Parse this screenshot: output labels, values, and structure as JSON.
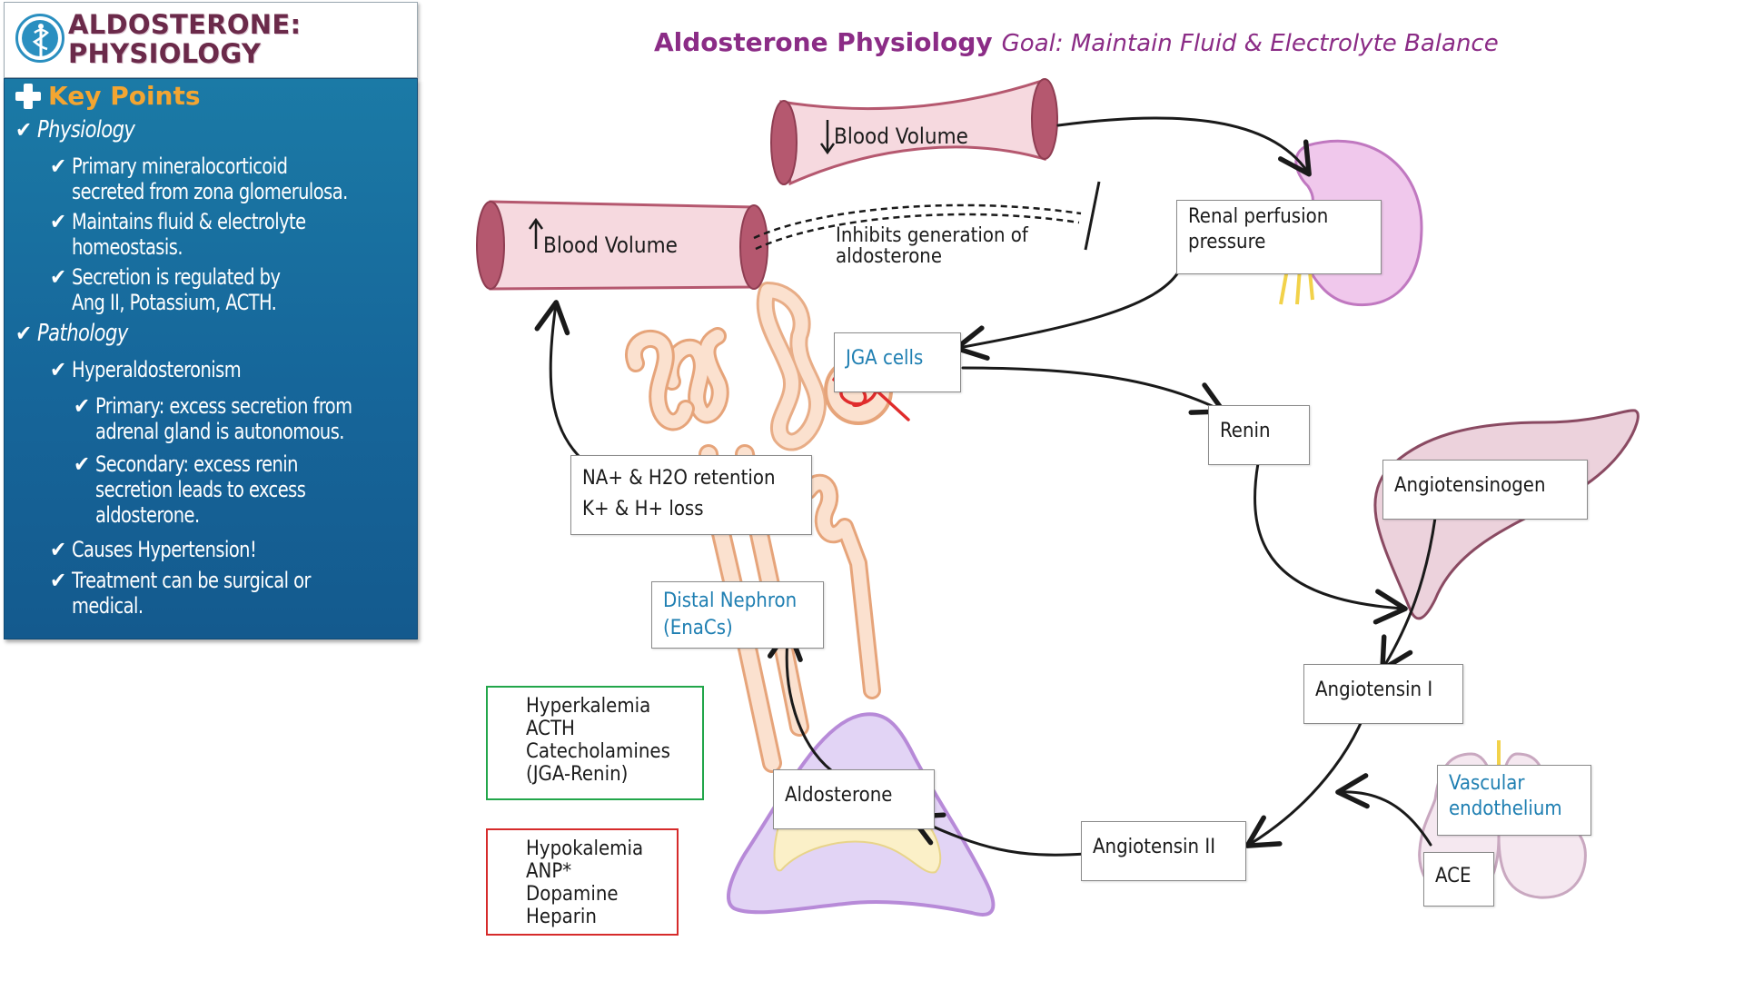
{
  "sidebar": {
    "title_line1": "ALDOSTERONE:",
    "title_line2": "PHYSIOLOGY",
    "key_points_title": "Key Points",
    "physiology_heading": "Physiology",
    "physiology_items": [
      [
        "Primary mineralocorticoid",
        "secreted from zona glomerulosa."
      ],
      [
        "Maintains fluid & electrolyte",
        "homeostasis."
      ],
      [
        "Secretion is regulated by",
        "Ang II, Potassium, ACTH."
      ]
    ],
    "pathology_heading": "Pathology",
    "hyperaldosteronism": "Hyperaldosteronism",
    "primary": [
      "Primary: excess secretion from",
      "adrenal gland is autonomous."
    ],
    "secondary": [
      "Secondary: excess renin",
      "secretion leads to excess",
      "aldosterone."
    ],
    "causes_hypertension": "Causes Hypertension!",
    "treatment": [
      "Treatment can be surgical or",
      "medical."
    ]
  },
  "diagram": {
    "title": "Aldosterone Physiology",
    "goal": "Goal: Maintain Fluid & Electrolyte Balance",
    "decreased_blood_volume": "Blood Volume",
    "increased_blood_volume": "Blood Volume",
    "inhibits_line1": "Inhibits generation of",
    "inhibits_line2": "aldosterone",
    "renal_perfusion_line1": "Renal perfusion",
    "renal_perfusion_line2": "pressure",
    "jga_cells": "JGA cells",
    "renin": "Renin",
    "angiotensinogen": "Angiotensinogen",
    "angiotensin_1": "Angiotensin I",
    "angiotensin_2": "Angiotensin II",
    "vascular_line1": "Vascular",
    "vascular_line2": "endothelium",
    "ace": "ACE",
    "aldosterone": "Aldosterone",
    "distal_line1": "Distal Nephron",
    "distal_line2": "(EnaCs)",
    "retention_line1": "NA+ & H2O retention",
    "retention_line2": "K+ & H+ loss"
  },
  "stimulators": {
    "items": [
      "Hyperkalemia",
      "ACTH",
      "Catecholamines",
      "(JGA-Renin)"
    ]
  },
  "inhibitors": {
    "items": [
      "Hypokalemia",
      "ANP*",
      "Dopamine",
      "Heparin"
    ]
  },
  "colors": {
    "title_purple": "#8b2c86",
    "panel_blue": "#16669a",
    "key_points_orange": "#f3a531",
    "header_maroon": "#6b2a4a",
    "label_blue": "#1f7fb2",
    "stimulator_green": "#22a64a",
    "inhibitor_red": "#d62b2b"
  }
}
